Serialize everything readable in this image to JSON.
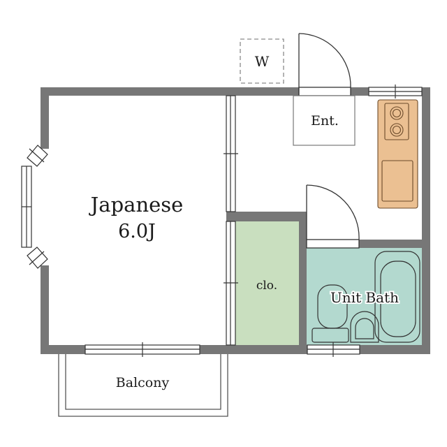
{
  "rooms": {
    "japanese": {
      "name": "Japanese",
      "size": "6.0J"
    },
    "closet": {
      "name": "clo."
    },
    "entrance": {
      "name": "Ent."
    },
    "bath": {
      "name": "Unit Bath"
    },
    "balcony": {
      "name": "Balcony"
    },
    "washer": {
      "name": "W"
    }
  },
  "colors": {
    "wall": "#777777",
    "closet_fill": "#c9dfbf",
    "bath_fill": "#b3d9cf",
    "kitchen_fill": "#ebc092",
    "line": "#333333"
  }
}
